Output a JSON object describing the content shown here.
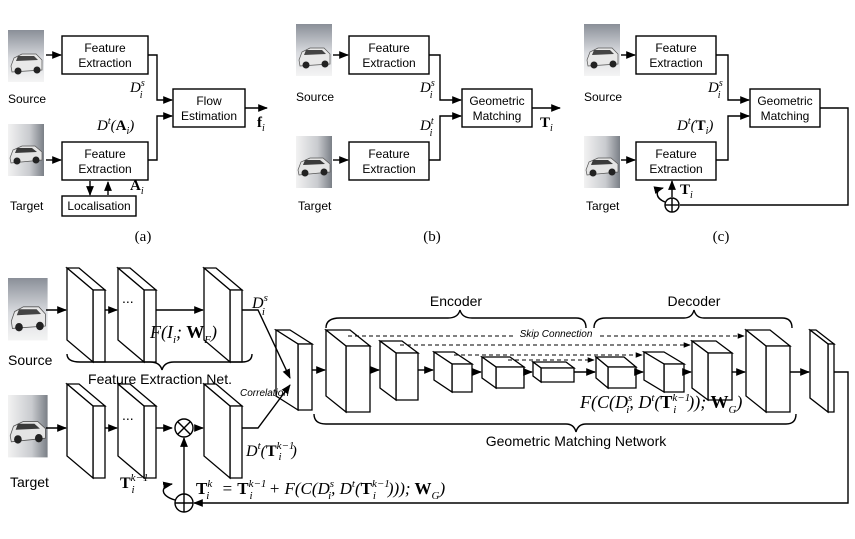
{
  "panel_a": {
    "source_label": "Source",
    "target_label": "Target",
    "feature_extraction": [
      "Feature",
      "Extraction"
    ],
    "flow_estimation": [
      "Flow",
      "Estimation"
    ],
    "localisation": "Localisation",
    "caption": "(a)"
  },
  "panel_b": {
    "source_label": "Source",
    "target_label": "Target",
    "feature_extraction": [
      "Feature",
      "Extraction"
    ],
    "geometric_matching": [
      "Geometric",
      "Matching"
    ],
    "caption": "(b)"
  },
  "panel_c": {
    "source_label": "Source",
    "target_label": "Target",
    "feature_extraction": [
      "Feature",
      "Extraction"
    ],
    "geometric_matching": [
      "Geometric",
      "Matching"
    ],
    "caption": "(c)"
  },
  "bottom": {
    "source_label": "Source",
    "target_label": "Target",
    "feature_extraction_net": "Feature Extraction Net.",
    "encoder": "Encoder",
    "decoder": "Decoder",
    "skip_connection": "Skip Connection",
    "correlation": "Correlation",
    "geometric_matching_network": "Geometric Matching Network",
    "ellipsis": "..."
  },
  "colors": {
    "line": "#000000",
    "background": "#ffffff"
  },
  "icons": [
    "car-source-photo",
    "car-target-photo",
    "plus-circle-icon",
    "times-circle-icon"
  ]
}
